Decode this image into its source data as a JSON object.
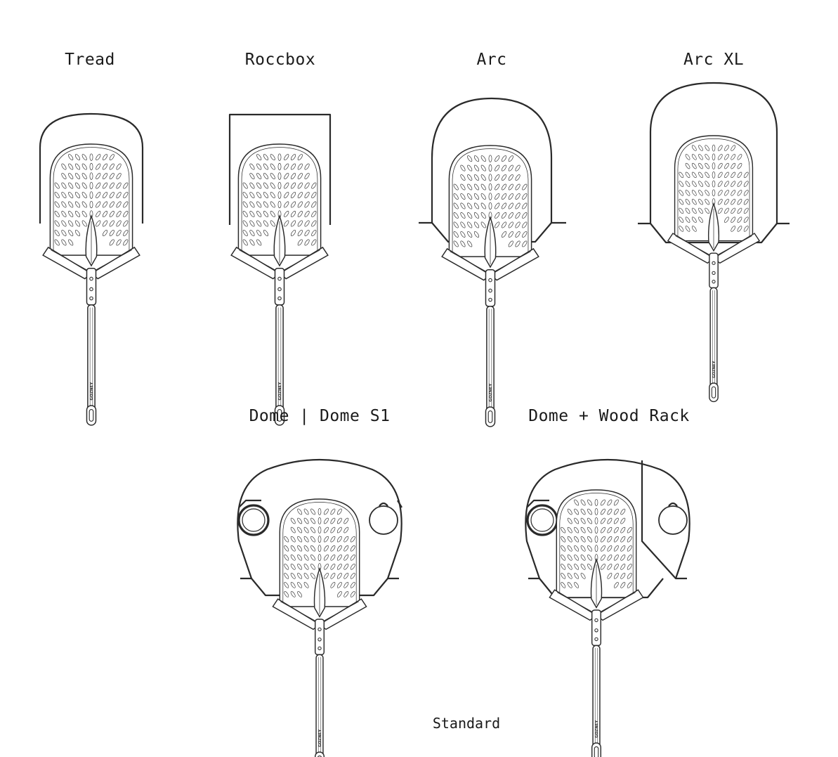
{
  "ovens": [
    {
      "key": "tread",
      "label": "Tread"
    },
    {
      "key": "roccbox",
      "label": "Roccbox"
    },
    {
      "key": "arc",
      "label": "Arc"
    },
    {
      "key": "arcxl",
      "label": "Arc XL"
    },
    {
      "key": "dome",
      "label": "Dome | Dome S1"
    },
    {
      "key": "domewood",
      "label": "Dome + Wood Rack"
    }
  ],
  "peel": {
    "name": "Standard",
    "brand": "GOZNEY"
  },
  "colors": {
    "line": "#2a2a2a",
    "background": "#ffffff"
  }
}
